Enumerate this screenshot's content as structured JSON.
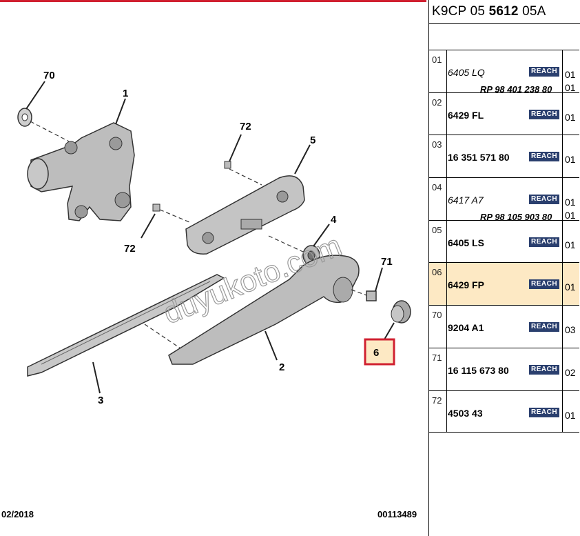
{
  "header": {
    "code_prefix": "K9CP 05 ",
    "code_bold": "5612",
    "code_suffix": " 05A"
  },
  "callouts": {
    "c70": "70",
    "c1": "1",
    "c72a": "72",
    "c5": "5",
    "c72b": "72",
    "c4": "4",
    "c71": "71",
    "c3": "3",
    "c2": "2",
    "c6": "6"
  },
  "watermark": "duyukoto.com",
  "reach_label": "REACH",
  "rows": [
    {
      "num": "01",
      "ref": "6405 LQ",
      "sub": "RP 98 401 238 80",
      "qty": "01",
      "qty2": "01"
    },
    {
      "num": "02",
      "ref": "6429 FL",
      "qty": "01"
    },
    {
      "num": "03",
      "ref": "16 351 571 80",
      "qty": "01"
    },
    {
      "num": "04",
      "ref": "6417 A7",
      "sub": "RP 98 105 903 80",
      "qty": "01",
      "qty2": "01"
    },
    {
      "num": "05",
      "ref": "6405 LS",
      "qty": "01"
    },
    {
      "num": "06",
      "ref": "6429 FP",
      "qty": "01"
    },
    {
      "num": "70",
      "ref": "9204 A1",
      "qty": "03"
    },
    {
      "num": "71",
      "ref": "16 115 673 80",
      "qty": "02"
    },
    {
      "num": "72",
      "ref": "4503 43",
      "qty": "01"
    }
  ],
  "footer": {
    "date": "02/2018",
    "number": "00113489"
  },
  "colors": {
    "accent_red": "#d02030",
    "highlight": "#fde9c4",
    "reach_badge": "#2a3f6e"
  }
}
